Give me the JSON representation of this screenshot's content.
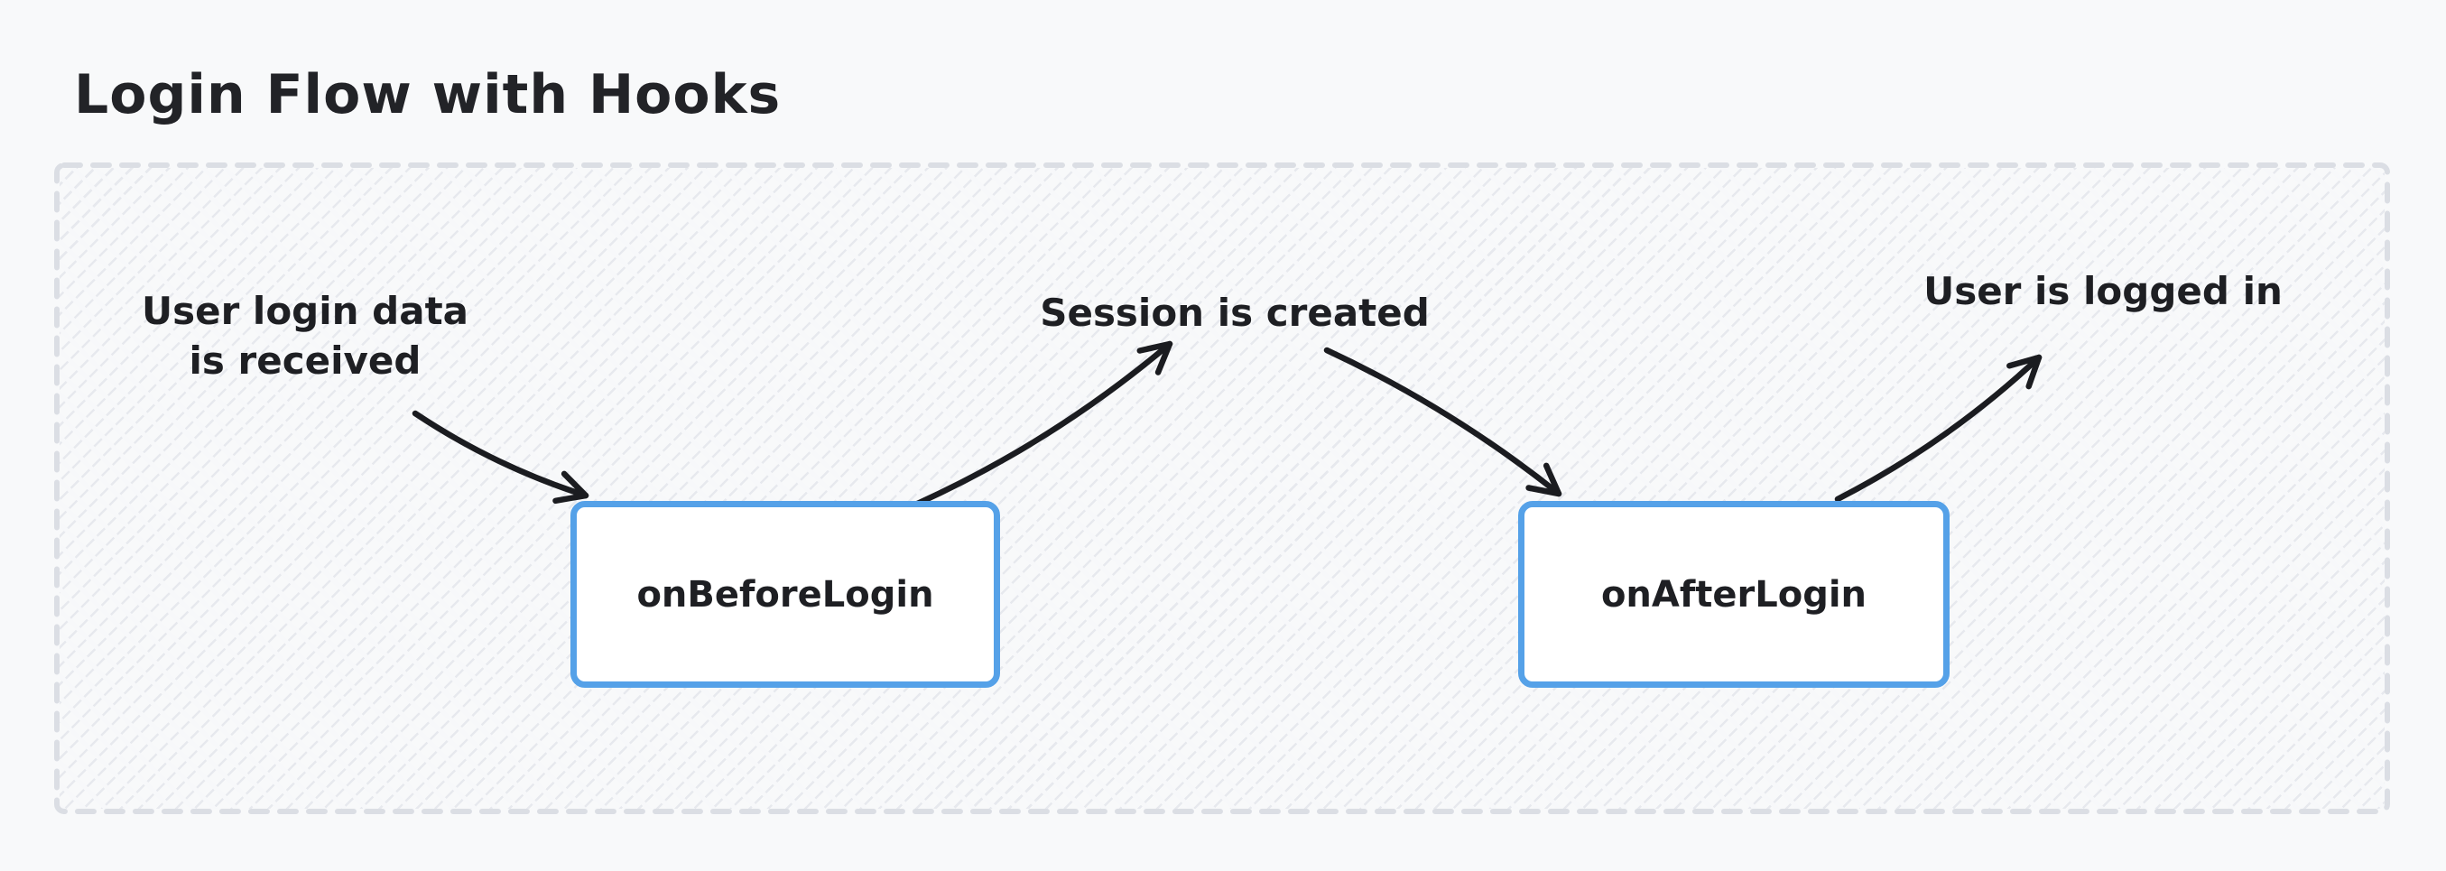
{
  "title": "Login Flow with Hooks",
  "nodes": [
    {
      "id": "onBeforeLogin",
      "label": "onBeforeLogin"
    },
    {
      "id": "onAfterLogin",
      "label": "onAfterLogin"
    }
  ],
  "annotations": [
    {
      "id": "login-data-received",
      "text": "User login data\nis received"
    },
    {
      "id": "session-created",
      "text": "Session is created"
    },
    {
      "id": "user-logged-in",
      "text": "User is logged in"
    }
  ],
  "edges": [
    {
      "from": "login-data-received",
      "to": "onBeforeLogin"
    },
    {
      "from": "onBeforeLogin",
      "to": "session-created"
    },
    {
      "from": "session-created",
      "to": "onAfterLogin"
    },
    {
      "from": "onAfterLogin",
      "to": "user-logged-in"
    }
  ],
  "colors": {
    "page_background": "#f8f9fa",
    "node_border": "#55a1e8",
    "node_fill": "#ffffff",
    "text": "#1e1f23",
    "arrow": "#1b1c20",
    "frame_border": "#dbdee4",
    "frame_hatch": "#e7e9ee"
  }
}
